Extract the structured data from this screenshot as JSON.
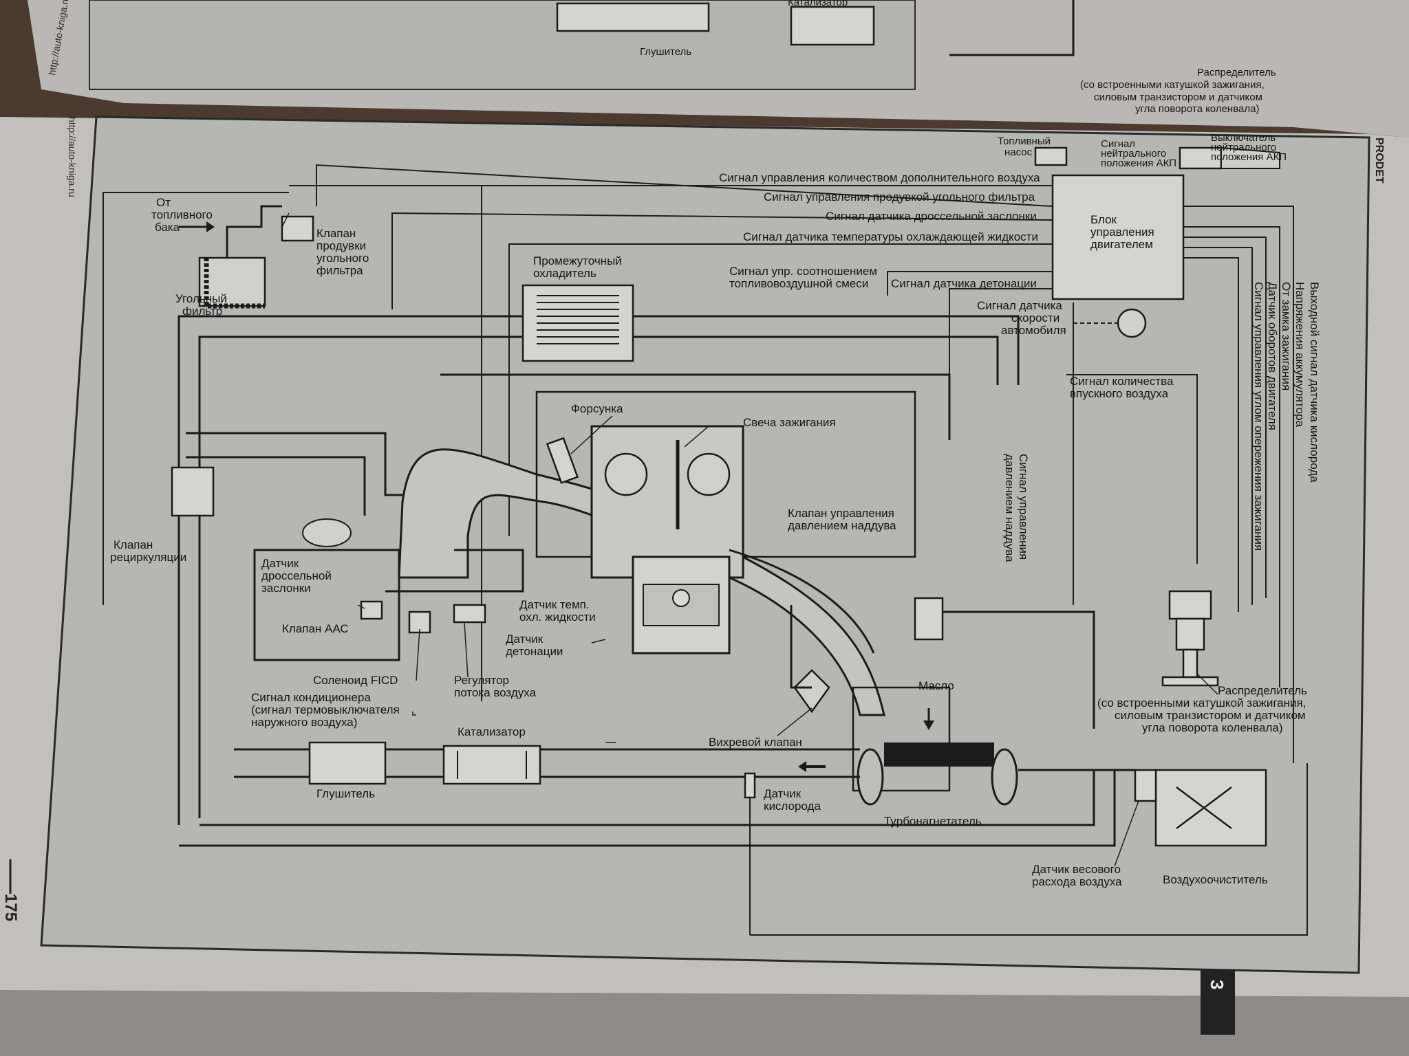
{
  "prev_page": {
    "labels": {
      "catalyst": "Катализатор",
      "muffler": "Глушитель",
      "distributor": "Распределитель",
      "distributor_note_1": "(со встроенными катушкой зажигания,",
      "distributor_note_2": "силовым транзистором и датчиком",
      "distributor_note_3": "угла поворота коленвала)"
    },
    "url": "http://auto-kniga.ru"
  },
  "page": {
    "number": "175",
    "url": "http://auto-kniga.ru",
    "tab_number": "3",
    "header_fragment": "PRODET"
  },
  "diagram": {
    "labels": {
      "from_tank_1": "От",
      "from_tank_2": "топливного",
      "from_tank_3": "бака",
      "purge_valve_1": "Клапан",
      "purge_valve_2": "продувки",
      "purge_valve_3": "угольного",
      "purge_valve_4": "фильтра",
      "carbon_filter_1": "Угольный",
      "carbon_filter_2": "фильтр",
      "intercooler_1": "Промежуточный",
      "intercooler_2": "охладитель",
      "fuel_pump_1": "Топливный",
      "fuel_pump_2": "насос",
      "neutral_signal_1": "Сигнал",
      "neutral_signal_2": "нейтрального",
      "neutral_signal_3": "положения АКП",
      "neutral_switch_1": "Выключатель",
      "neutral_switch_2": "нейтрального",
      "neutral_switch_3": "положения АКП",
      "sig_aux_air": "Сигнал управления количеством дополнительного воздуха",
      "sig_purge": "Сигнал управления продувкой угольного фильтра",
      "sig_throttle": "Сигнал датчика дроссельной заслонки",
      "sig_coolant": "Сигнал датчика температуры охлаждающей жидкости",
      "sig_mixture_1": "Сигнал упр. соотношением",
      "sig_mixture_2": "топливовоздушной смеси",
      "sig_knock": "Сигнал датчика детонации",
      "sig_speed_1": "Сигнал датчика",
      "sig_speed_2": "скорости",
      "sig_speed_3": "автомобиля",
      "ecu_1": "Блок",
      "ecu_2": "управления",
      "ecu_3": "двигателем",
      "sig_intake_air_1": "Сигнал количества",
      "sig_intake_air_2": "впускного воздуха",
      "sig_boost_1": "Сигнал управления",
      "sig_boost_2": "давлением наддува",
      "v_oxygen": "Выходной сигнал датчика кислорода",
      "v_battery": "Напряжения аккумулятора",
      "v_ignition_lock": "От замка зажигания",
      "v_rpm": "Датчик оборотов двигателя",
      "v_timing": "Сигнал управления углом опережения зажигания",
      "injector": "Форсунка",
      "spark_plug": "Свеча зажигания",
      "recirc_valve_1": "Клапан",
      "recirc_valve_2": "рециркуляции",
      "tps_1": "Датчик",
      "tps_2": "дроссельной",
      "tps_3": "заслонки",
      "aac_valve": "Клапан ААС",
      "ficd": "Соленоид FICD",
      "ac_signal_1": "Сигнал кондиционера",
      "ac_signal_2": "(сигнал термовыключателя",
      "ac_signal_3": "наружного воздуха)",
      "air_regulator_1": "Регулятор",
      "air_regulator_2": "потока воздуха",
      "coolant_sensor_1": "Датчик темп.",
      "coolant_sensor_2": "охл. жидкости",
      "knock_sensor_1": "Датчик",
      "knock_sensor_2": "детонации",
      "boost_valve_1": "Клапан управления",
      "boost_valve_2": "давлением наддува",
      "oil": "Масло",
      "swirl_valve": "Вихревой клапан",
      "catalyst": "Катализатор",
      "muffler": "Глушитель",
      "oxygen_sensor_1": "Датчик",
      "oxygen_sensor_2": "кислорода",
      "turbo": "Турбонагнетатель",
      "maf_1": "Датчик весового",
      "maf_2": "расхода воздуха",
      "air_cleaner": "Воздухоочиститель",
      "distributor": "Распределитель",
      "distributor_note_1": "(со встроенными катушкой зажигания,",
      "distributor_note_2": "силовым транзистором и датчиком",
      "distributor_note_3": "угла поворота коленвала)"
    }
  }
}
